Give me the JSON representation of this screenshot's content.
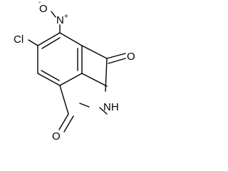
{
  "molecule": {
    "atom_labels": {
      "nitro_O_top": "O",
      "nitro_O_charge": "-",
      "nitro_N": "N",
      "nitro_N_charge": "+",
      "chloro": "Cl",
      "carbonyl_O_upper": "O",
      "imide_NH": "NH",
      "carbonyl_O_lower": "O"
    }
  }
}
